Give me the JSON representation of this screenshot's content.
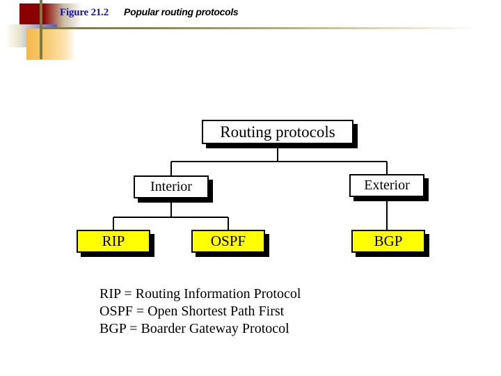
{
  "header": {
    "figure_number": "Figure 21.2",
    "caption": "Popular routing protocols",
    "figure_number_color": "#1414b4",
    "rule_color": "#7d7a43",
    "decoration": {
      "red_square_color": "#8b0000",
      "blue_square_color": "#4d60c8",
      "orange_square_color": "#f5b94a"
    }
  },
  "diagram": {
    "type": "tree",
    "nodes": [
      {
        "id": "routing-protocols",
        "label": "Routing protocols",
        "level": 0,
        "fill": "#ffffff"
      },
      {
        "id": "interior",
        "label": "Interior",
        "level": 1,
        "fill": "#ffffff"
      },
      {
        "id": "exterior",
        "label": "Exterior",
        "level": 1,
        "fill": "#ffffff"
      },
      {
        "id": "rip",
        "label": "RIP",
        "level": 2,
        "fill": "#ffff00"
      },
      {
        "id": "ospf",
        "label": "OSPF",
        "level": 2,
        "fill": "#ffff00"
      },
      {
        "id": "bgp",
        "label": "BGP",
        "level": 2,
        "fill": "#ffff00"
      }
    ],
    "edges": [
      {
        "from": "routing-protocols",
        "to": "interior"
      },
      {
        "from": "routing-protocols",
        "to": "exterior"
      },
      {
        "from": "interior",
        "to": "rip"
      },
      {
        "from": "interior",
        "to": "ospf"
      },
      {
        "from": "exterior",
        "to": "bgp"
      }
    ],
    "box_border_color": "#000000",
    "shadow_color": "#000000"
  },
  "legend": {
    "lines": [
      "RIP = Routing Information Protocol",
      "OSPF = Open Shortest Path First",
      "BGP = Boarder Gateway Protocol"
    ]
  }
}
